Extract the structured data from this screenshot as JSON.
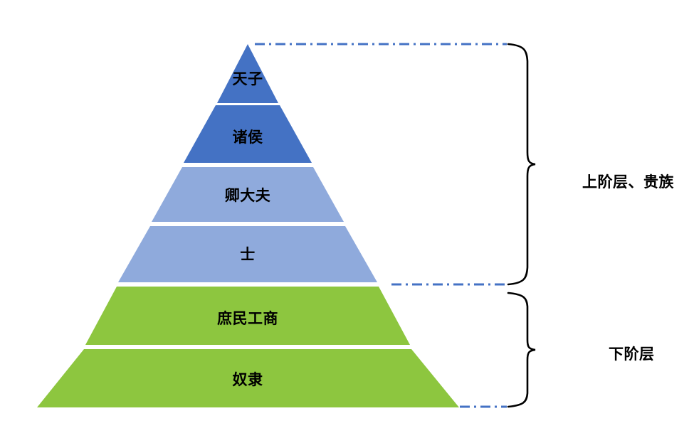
{
  "diagram": {
    "type": "pyramid-hierarchy",
    "title_visible": false,
    "background_color": "#FFFFFF",
    "tiers": [
      {
        "label": "天子",
        "color": "#4472C4",
        "level": 1
      },
      {
        "label": "诸侯",
        "color": "#4472C4",
        "level": 2
      },
      {
        "label": "卿大夫",
        "color": "#8FAADC",
        "level": 3
      },
      {
        "label": "士",
        "color": "#8FAADC",
        "level": 4
      },
      {
        "label": "庶民工商",
        "color": "#8DC63F",
        "level": 5
      },
      {
        "label": "奴隶",
        "color": "#8DC63F",
        "level": 6
      }
    ],
    "groups": [
      {
        "label": "上阶层、贵族",
        "covers_tiers": [
          1,
          2,
          3,
          4
        ]
      },
      {
        "label": "下阶层",
        "covers_tiers": [
          5,
          6
        ]
      }
    ],
    "leader_line_color": "#4472C4",
    "brace_color": "#000000",
    "divider_color": "#FFFFFF"
  }
}
